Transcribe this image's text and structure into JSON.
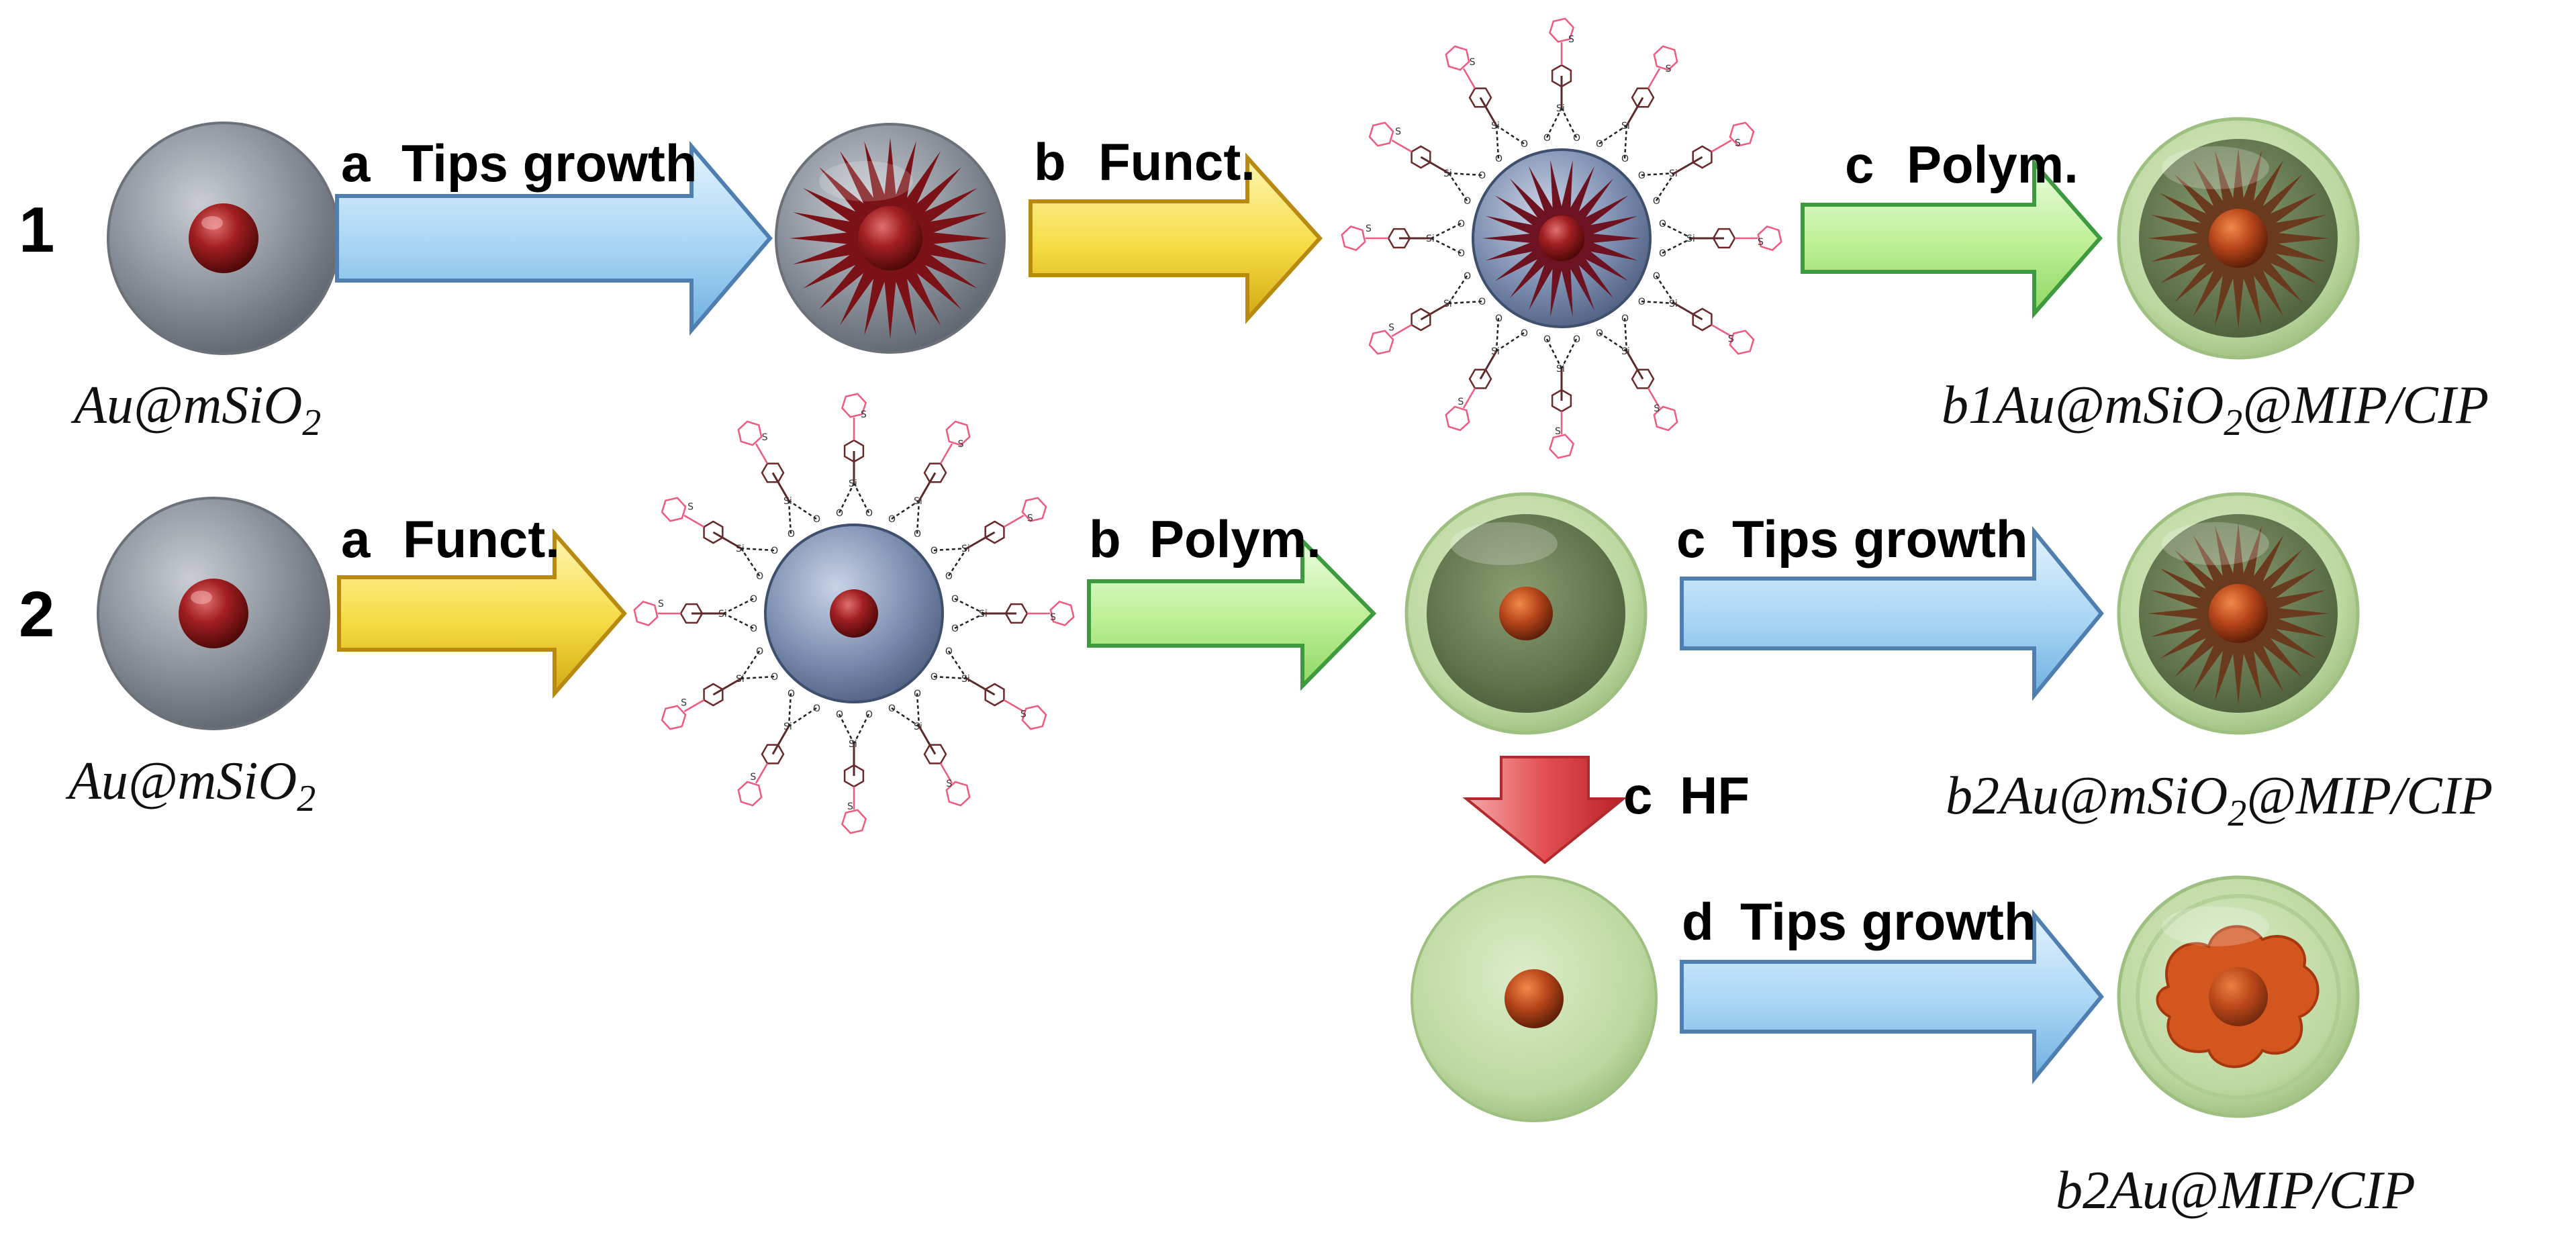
{
  "rows": [
    {
      "number": "1",
      "steps": [
        {
          "letter": "a",
          "label": "Tips growth"
        },
        {
          "letter": "b",
          "label": "Funct."
        },
        {
          "letter": "c",
          "label": "Polym."
        }
      ],
      "start_caption": {
        "main": "Au@mSiO",
        "sub": "2",
        "rest": ""
      },
      "end_caption": {
        "main": "b1Au@mSiO",
        "sub": "2",
        "rest": "@MIP/CIP"
      }
    },
    {
      "number": "2",
      "steps": [
        {
          "letter": "a",
          "label": "Funct."
        },
        {
          "letter": "b",
          "label": "Polym."
        },
        {
          "letter": "c",
          "label": "Tips growth"
        },
        {
          "letter": "c",
          "label": "HF"
        },
        {
          "letter": "d",
          "label": "Tips growth"
        }
      ],
      "start_caption": {
        "main": "Au@mSiO",
        "sub": "2",
        "rest": ""
      },
      "end_caption": {
        "main": "b2Au@mSiO",
        "sub": "2",
        "rest": "@MIP/CIP"
      },
      "branch_caption": {
        "main": "b2Au@MIP/CIP",
        "sub": "",
        "rest": ""
      }
    }
  ],
  "chem_labels": {
    "si": "Si",
    "o": "O",
    "s": "S"
  },
  "colors": {
    "silica_shell": "#8e949d",
    "gold_core": "#8b1a1a",
    "mip_shell": "#b7d59a",
    "mip_dark": "#5a6e45",
    "arrow_blue": "#9fd0f2",
    "arrow_yellow": "#f7df4a",
    "arrow_green": "#b9ef8f",
    "arrow_red": "#e8585a",
    "chem_red": "#f05a7e"
  }
}
